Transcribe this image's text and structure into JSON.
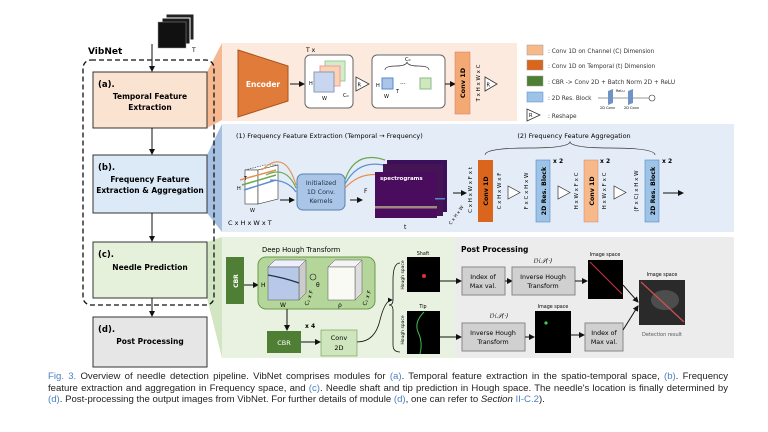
{
  "input": {
    "t_label": "T"
  },
  "vibnet": {
    "title": "VibNet",
    "modules": [
      {
        "id": "(a).",
        "line1": "Temporal Feature",
        "line2": "Extraction",
        "color": "#fbe3d2"
      },
      {
        "id": "(b).",
        "line1": "Frequency Feature",
        "line2": "Extraction & Aggregation",
        "color": "#dce9f6"
      },
      {
        "id": "(c).",
        "line1": "Needle Prediction",
        "line2": "",
        "color": "#e6f1dc"
      },
      {
        "id": "(d).",
        "line1": "Post Processing",
        "line2": "",
        "color": "#e6e6e6"
      }
    ]
  },
  "temporal": {
    "encoder": "Encoder",
    "tx": "T x",
    "h": "H",
    "w": "W",
    "co": "C₀",
    "t": "T",
    "reshape": "R",
    "conv": "Conv 1D",
    "dims": "T x H x W x C"
  },
  "legend": [
    {
      "color": "#f8b98a",
      "label": ": Conv 1D on Channel (C) Dimension"
    },
    {
      "color": "#d9661c",
      "label": ": Conv 1D on Temporal (t) Dimension"
    },
    {
      "color": "#4f7f34",
      "label": ": CBR -> Conv 2D + Batch Norm 2D + ReLU"
    },
    {
      "color": "#9dc3e6",
      "label": ": 2D Res. Block"
    },
    {
      "color": "#ffffff",
      "label": ": Reshape"
    }
  ],
  "legend_res": {
    "relu": "ReLu",
    "conv_a": "2D Conv",
    "conv_b": "2D Conv"
  },
  "frequency": {
    "title1": "(1) Frequency Feature Extraction (Temporal → Frequency)",
    "title2": "(2) Frequency Feature Aggregation",
    "input_dims": "C x H x W x T",
    "kernels": [
      "Initialized",
      "1D Conv.",
      "Kernels"
    ],
    "spectrograms": "spectrograms",
    "f": "F",
    "t": "t",
    "h": "H",
    "w": "W",
    "T": "T",
    "stack_dims": "C x H x W",
    "dims": [
      "C x H x W x F x t",
      "C x H x W x F",
      "F x C x H x W",
      "H x W x F x C",
      "H x W x F x C",
      "(F x C) x H x W"
    ],
    "conv": "Conv 1D",
    "res": "2D Res. Block",
    "x2": "x 2"
  },
  "needle": {
    "title": "Deep Hough Transform",
    "cbr": "CBR",
    "conv2d": [
      "Conv",
      "2D"
    ],
    "x4": "x 4",
    "h": "H",
    "w": "W",
    "c1f": "C₁ x F",
    "theta": "θ",
    "rho": "ρ",
    "shaft": "Shaft",
    "tip": "Tip",
    "hough_space": "Hough space"
  },
  "post": {
    "title": "Post Processing",
    "index": [
      "Index of",
      "Max val."
    ],
    "inverse": [
      "Inverse Hough",
      "Transform"
    ],
    "iht": "iℋ𝒯(·)",
    "image_space": "Image space",
    "detection": "Detection result"
  },
  "caption": {
    "fig": "Fig. 3.",
    "t1": " Overview of needle detection pipeline. VibNet comprises modules for ",
    "a": "(a)",
    "t2": ". Temporal feature extraction in the spatio-temporal space, ",
    "b": "(b)",
    "t3": ". Frequency feature extraction and aggregation in Frequency space, and ",
    "c": "(c)",
    "t4": ". Needle shaft and tip prediction in Hough space. The needle's location is finally determined by ",
    "d": "(d)",
    "t5": ". Post-processing the output images from VibNet. For further details of module ",
    "d2": "(d)",
    "t6": ", one can refer to ",
    "section": "Section",
    "section_ref": "II-C.2",
    "t7": ")."
  }
}
